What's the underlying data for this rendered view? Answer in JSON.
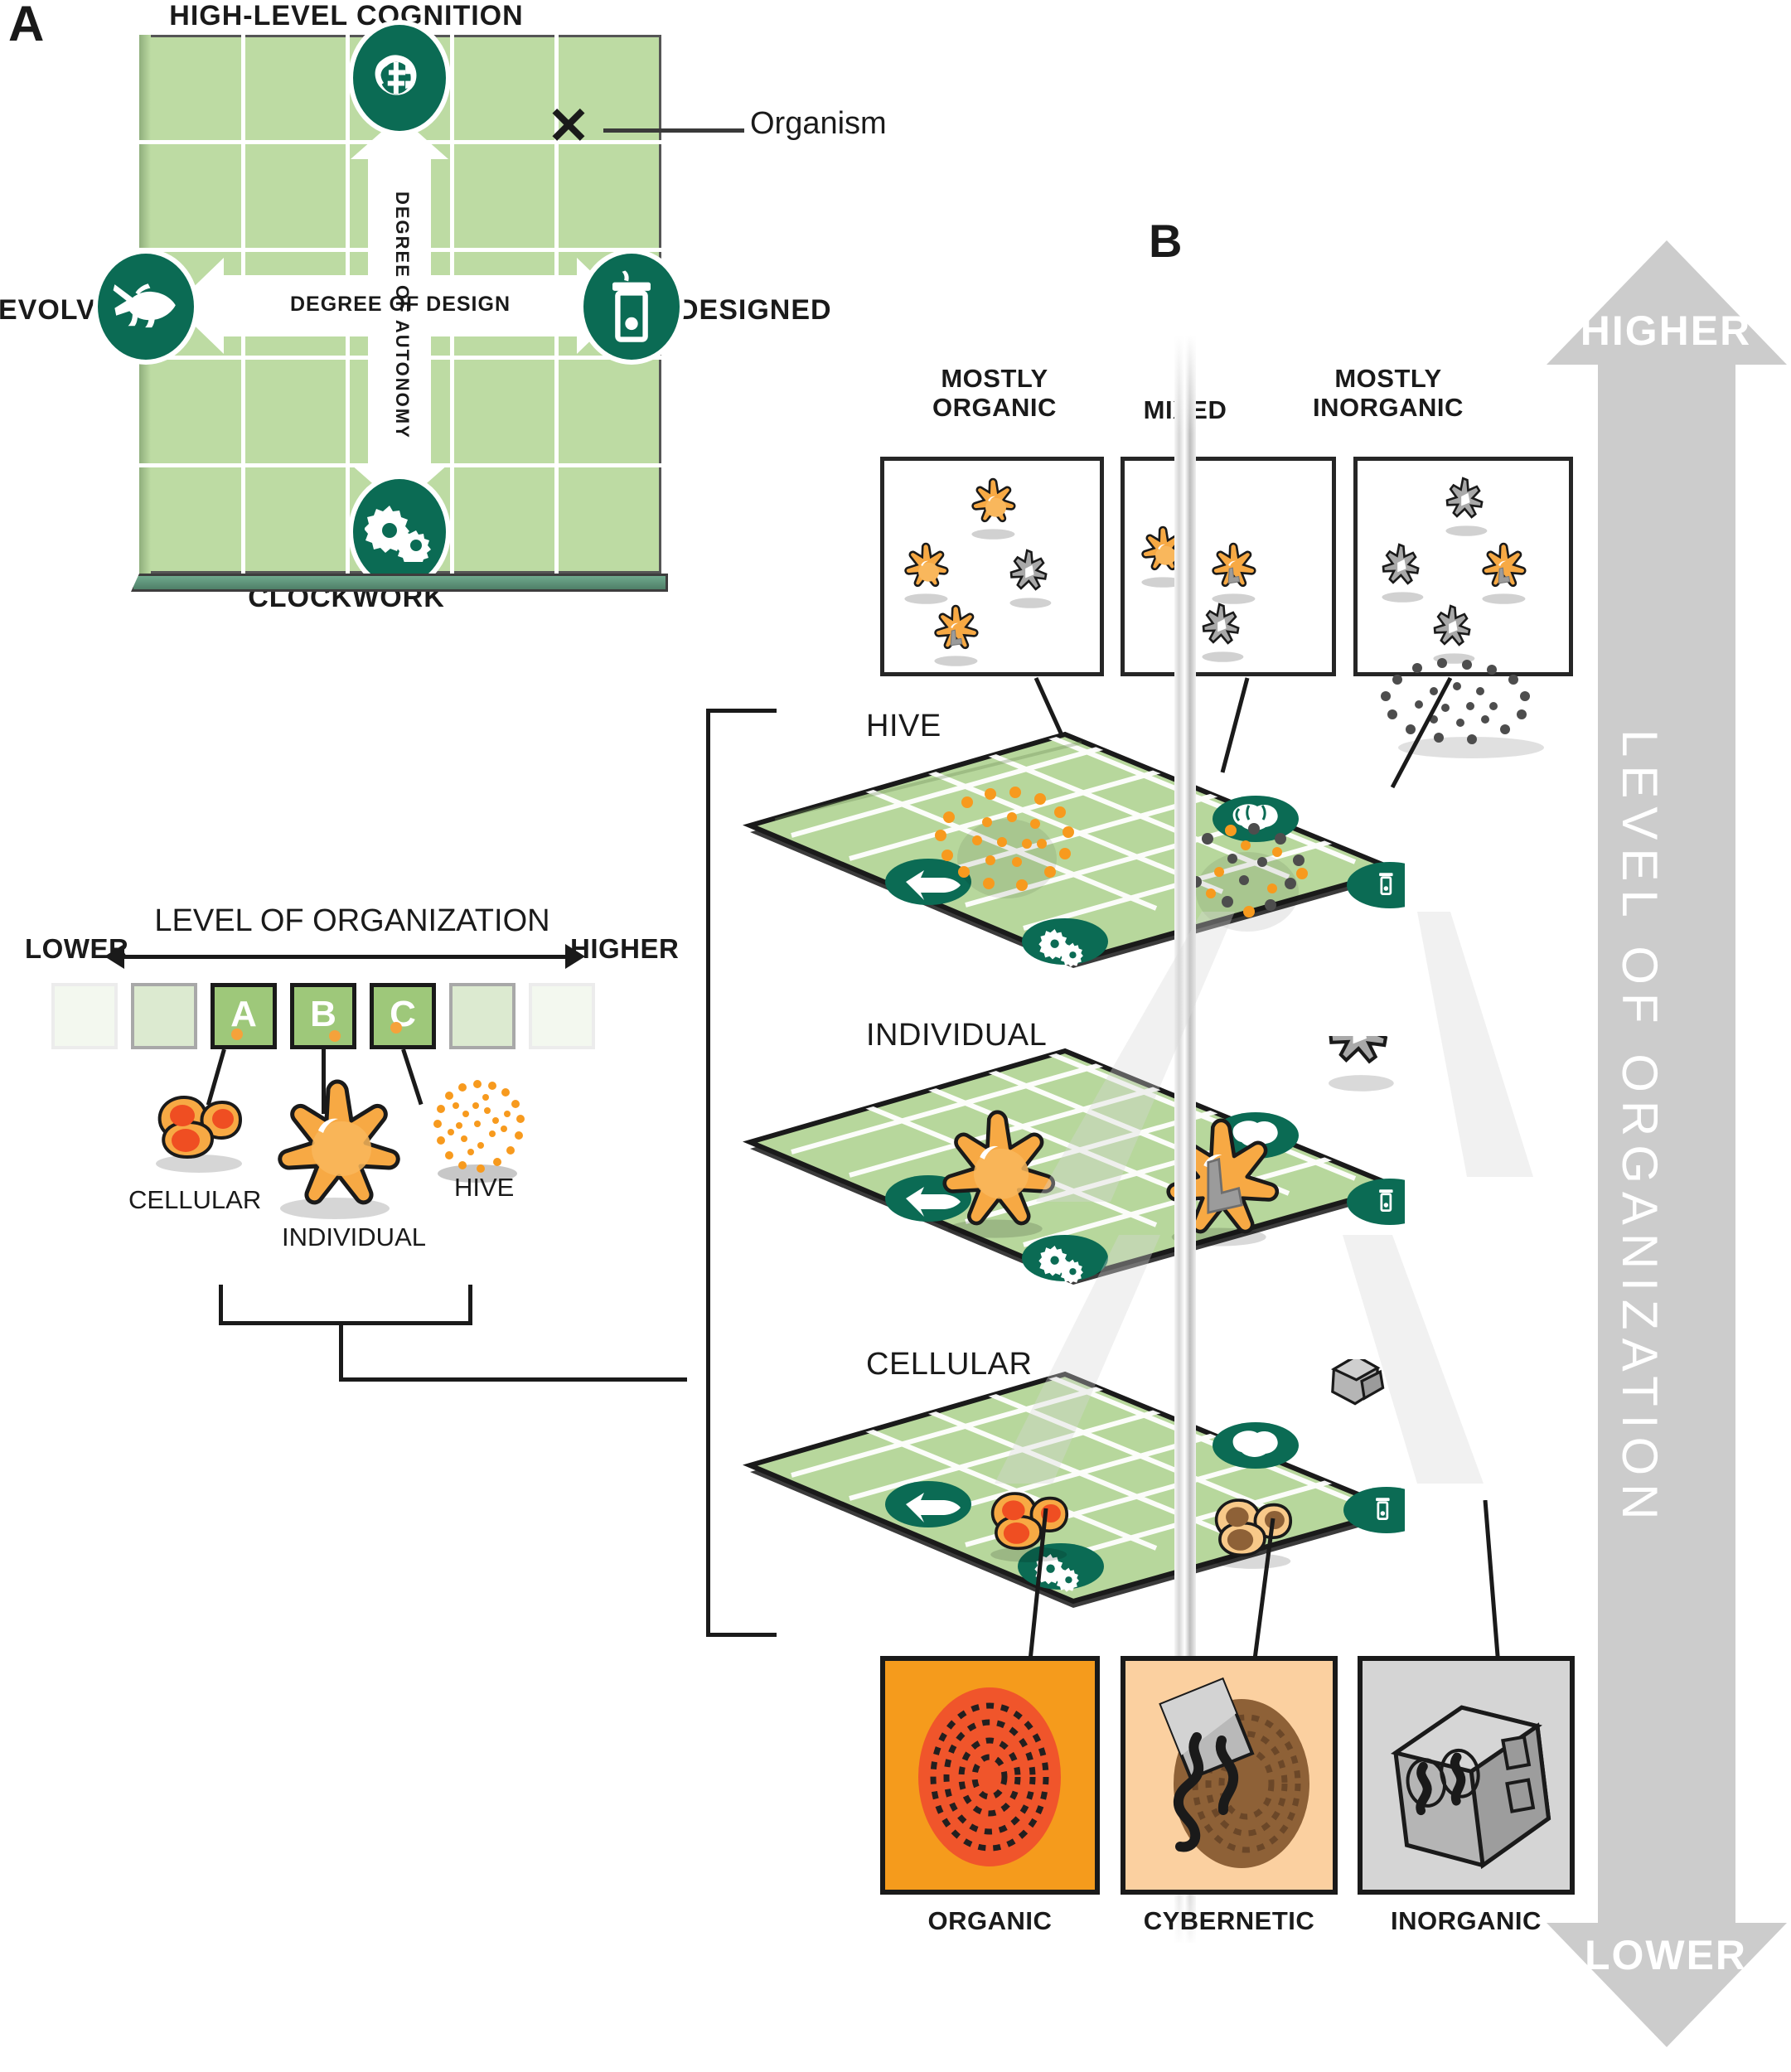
{
  "figure": {
    "panel_a_letter": "A",
    "panel_b_letter": "B"
  },
  "panel_a": {
    "top_label": "HIGH-LEVEL COGNITION",
    "bottom_label": "CLOCKWORK",
    "left_label": "EVOLVED",
    "right_label": "DESIGNED",
    "vertical_axis_label": "DEGREE OF AUTONOMY",
    "horizontal_axis_label": "DEGREE OF DESIGN",
    "callout_label": "Organism",
    "callout_marker": "✕",
    "icons": {
      "top": "brain-icon",
      "left": "fish-icon",
      "right": "mobile-phone-icon",
      "bottom": "gears-icon"
    },
    "grid_columns": 5,
    "grid_rows": 5,
    "plane_color": "#bddba3",
    "medallion_color": "#0b6b54"
  },
  "legend": {
    "title": "LEVEL OF ORGANIZATION",
    "lower_label": "LOWER",
    "higher_label": "HIGHER",
    "swatches": [
      {
        "letter": "",
        "active": false,
        "shade": "#f3f8ef"
      },
      {
        "letter": "",
        "active": false,
        "shade": "#dcead0"
      },
      {
        "letter": "A",
        "active": true,
        "shade": "#9ec87a"
      },
      {
        "letter": "B",
        "active": true,
        "shade": "#9ec87a"
      },
      {
        "letter": "C",
        "active": true,
        "shade": "#9ec87a"
      },
      {
        "letter": "",
        "active": false,
        "shade": "#dcead0"
      },
      {
        "letter": "",
        "active": false,
        "shade": "#f3f8ef"
      }
    ],
    "captions": [
      {
        "key": "A",
        "label": "CELLULAR",
        "icon": "cell-cluster-icon"
      },
      {
        "key": "B",
        "label": "INDIVIDUAL",
        "icon": "organism-icon"
      },
      {
        "key": "C",
        "label": "HIVE",
        "icon": "swarm-icon"
      }
    ]
  },
  "panel_b": {
    "column_headers": [
      {
        "id": "mostly-organic",
        "line1": "MOSTLY",
        "line2": "ORGANIC"
      },
      {
        "id": "mixed",
        "line1": "MIXED",
        "line2": ""
      },
      {
        "id": "mostly-inorganic",
        "line1": "MOSTLY",
        "line2": "INORGANIC"
      }
    ],
    "specimen_boxes": [
      {
        "id": "mostly-organic-box",
        "organic_count": 4,
        "inorganic_count": 1,
        "hybrid_count": 1
      },
      {
        "id": "mixed-box",
        "organic_count": 2,
        "inorganic_count": 1,
        "hybrid_count": 1
      },
      {
        "id": "mostly-inorganic-box",
        "organic_count": 1,
        "inorganic_count": 3,
        "hybrid_count": 1
      }
    ],
    "planes": [
      {
        "id": "hive-plane",
        "label": "HIVE"
      },
      {
        "id": "individual-plane",
        "label": "INDIVIDUAL"
      },
      {
        "id": "cellular-plane",
        "label": "CELLULAR"
      }
    ],
    "plane_medallions": [
      {
        "icon": "fish-icon",
        "meaning": "evolved"
      },
      {
        "icon": "brain-icon",
        "meaning": "high-level-cognition"
      },
      {
        "icon": "gears-icon",
        "meaning": "clockwork"
      },
      {
        "icon": "mobile-phone-icon",
        "meaning": "designed"
      }
    ],
    "bottom_boxes": [
      {
        "id": "organic",
        "label": "ORGANIC",
        "bg": "#f59b1c",
        "inner": "#f0552b"
      },
      {
        "id": "cybernetic",
        "label": "CYBERNETIC",
        "bg": "#fbd0a0",
        "inner": "#8e6137"
      },
      {
        "id": "inorganic",
        "label": "INORGANIC",
        "bg": "#d5d5d5",
        "inner": "#a8a8a8"
      }
    ],
    "axis": {
      "vertical_label": "LEVEL OF ORGANIZATION",
      "top_label": "HIGHER",
      "bottom_label": "LOWER",
      "arrow_color": "#cccccc"
    }
  }
}
